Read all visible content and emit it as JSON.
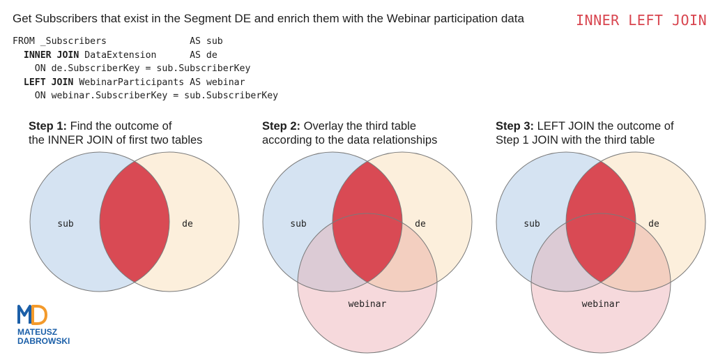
{
  "header": {
    "title": "Get Subscribers that exist in the Segment DE and enrich them with the Webinar participation data",
    "tag": "INNER LEFT JOIN"
  },
  "code": {
    "from_keyword": "FROM",
    "from_table": "_Subscribers",
    "from_alias": "AS sub",
    "join1_keyword": "INNER JOIN",
    "join1_table": "DataExtension",
    "join1_alias": "AS de",
    "join1_on": "ON de.SubscriberKey = sub.SubscriberKey",
    "join2_keyword": "LEFT JOIN",
    "join2_table": "WebinarParticipants",
    "join2_alias": "AS webinar",
    "join2_on": "ON webinar.SubscriberKey = sub.SubscriberKey"
  },
  "steps": [
    {
      "bold": "Step 1:",
      "line1": "Find the outcome of",
      "line2": "the INNER JOIN of first two tables"
    },
    {
      "bold": "Step 2:",
      "line1": "Overlay the third table",
      "line2": "according to the data relationships"
    },
    {
      "bold": "Step 3:",
      "line1": "LEFT JOIN the outcome of",
      "line2": "Step 1 JOIN with the third table"
    }
  ],
  "labels": {
    "sub": "sub",
    "de": "de",
    "webinar": "webinar"
  },
  "colors": {
    "sub": "#d5e3f2",
    "de": "#fcefdc",
    "webinar": "#f6d9dc",
    "highlight": "#d94a54",
    "tag": "#d8454f",
    "logo_blue": "#1b5fa8",
    "logo_orange": "#f39a2b"
  },
  "logo": {
    "line1": "MATEUSZ",
    "line2": "DABROWSKI"
  }
}
